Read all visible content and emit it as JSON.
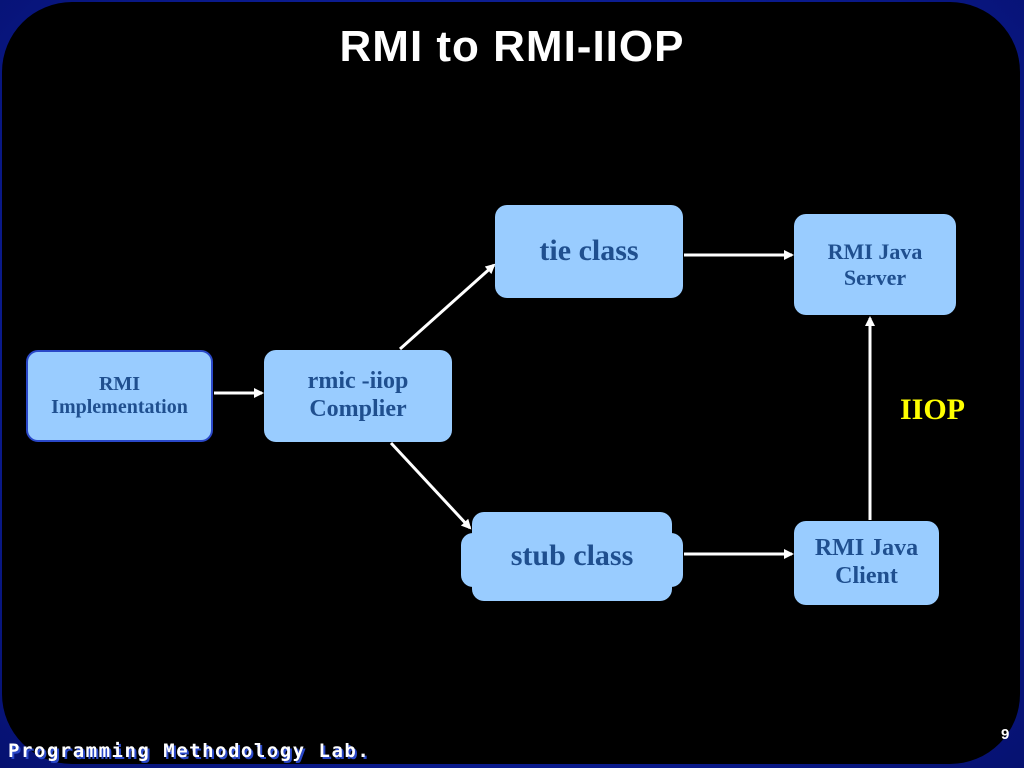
{
  "slide": {
    "title": "RMI to RMI-IIOP",
    "footer": "Programming Methodology Lab.",
    "page_number": "9"
  },
  "nodes": {
    "rmi_implementation": "RMI Implementation",
    "rmic_compiler_line1": "rmic -iiop",
    "rmic_compiler_line2": "Complier",
    "tie_class": "tie class",
    "stub_class": "stub class",
    "server_line1": "RMI Java",
    "server_line2": "Server",
    "client_line1": "RMI Java",
    "client_line2": "Client"
  },
  "edge_labels": {
    "iiop": "IIOP"
  },
  "colors": {
    "box_fill": "#99ccff",
    "box_text": "#1f4f8f",
    "arrow": "#ffffff",
    "iiop_label": "#ffff00",
    "background": "#000000",
    "frame": "#0a1a8c"
  }
}
